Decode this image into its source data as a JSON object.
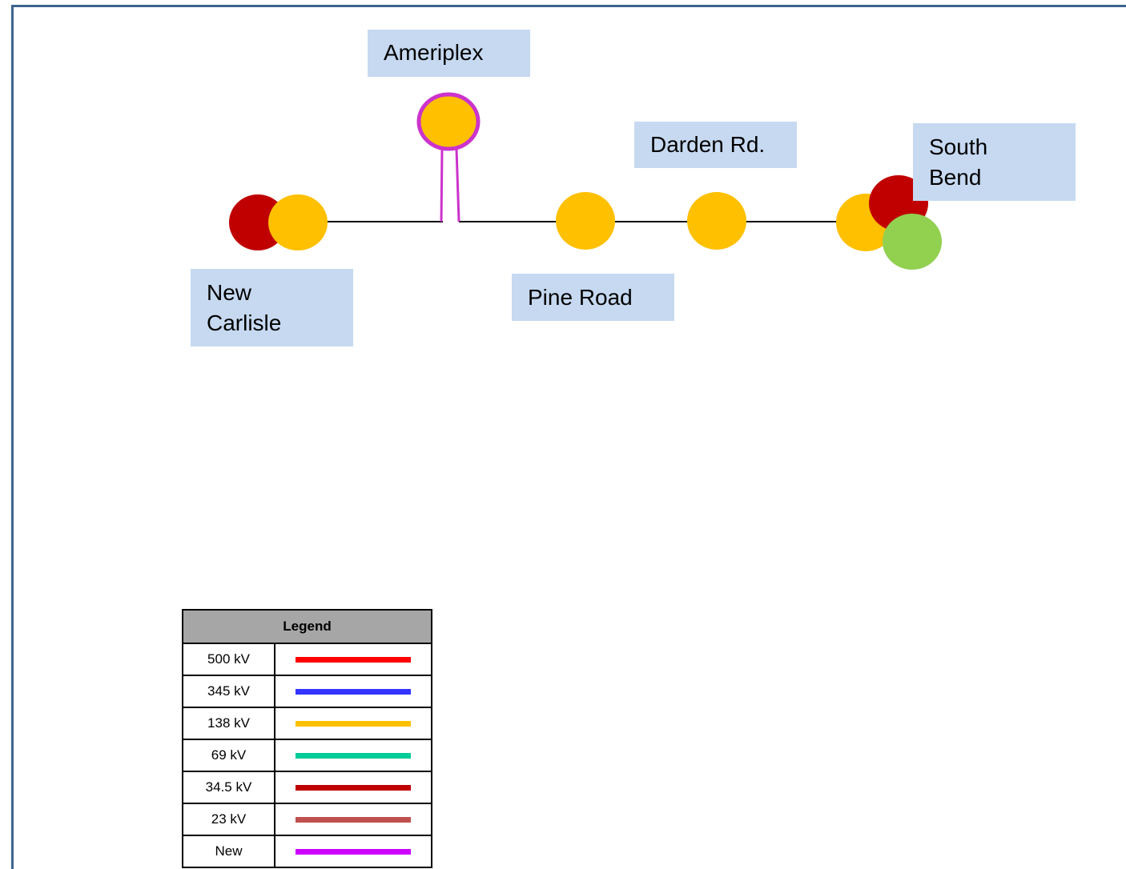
{
  "stations": [
    {
      "id": "new-carlisle",
      "label_lines": [
        "New",
        "Carlisle"
      ]
    },
    {
      "id": "ameriplex",
      "label_lines": [
        "Ameriplex"
      ]
    },
    {
      "id": "pine-road",
      "label_lines": [
        "Pine Road"
      ]
    },
    {
      "id": "darden-rd",
      "label_lines": [
        "Darden Rd."
      ]
    },
    {
      "id": "south-bend",
      "label_lines": [
        "South",
        "Bend"
      ]
    }
  ],
  "colors": {
    "frame": "#3d648f",
    "label_bg": "#c6d9f1",
    "bus_138kv": "#ffc000",
    "bus_34_5kv": "#c00000",
    "bus_green": "#92d050",
    "new_line": "#cc33cc",
    "line": "#000000"
  },
  "legend": {
    "title": "Legend",
    "rows": [
      {
        "label": "500 kV",
        "color": "#ff0000"
      },
      {
        "label": "345 kV",
        "color": "#3333ff"
      },
      {
        "label": "138 kV",
        "color": "#ffc000"
      },
      {
        "label": "69 kV",
        "color": "#00cc99"
      },
      {
        "label": "34.5 kV",
        "color": "#c00000"
      },
      {
        "label": "23 kV",
        "color": "#c0504d"
      },
      {
        "label": "New",
        "color": "#cc00ff"
      }
    ]
  }
}
